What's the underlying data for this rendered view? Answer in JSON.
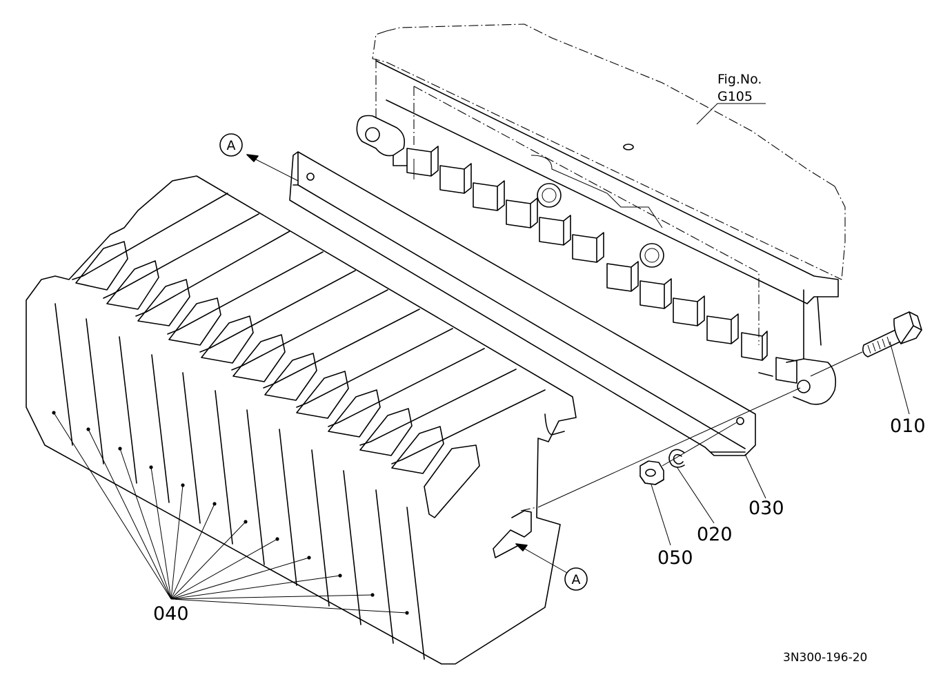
{
  "figure_reference": {
    "line1": "Fig.No.",
    "line2": "G105"
  },
  "callouts": {
    "section_mark_top": "A",
    "section_mark_bottom": "A",
    "bolt": "010",
    "spring_washer": "020",
    "bracket": "030",
    "weights": "040",
    "nut": "050"
  },
  "drawing_code": "3N300-196-20"
}
